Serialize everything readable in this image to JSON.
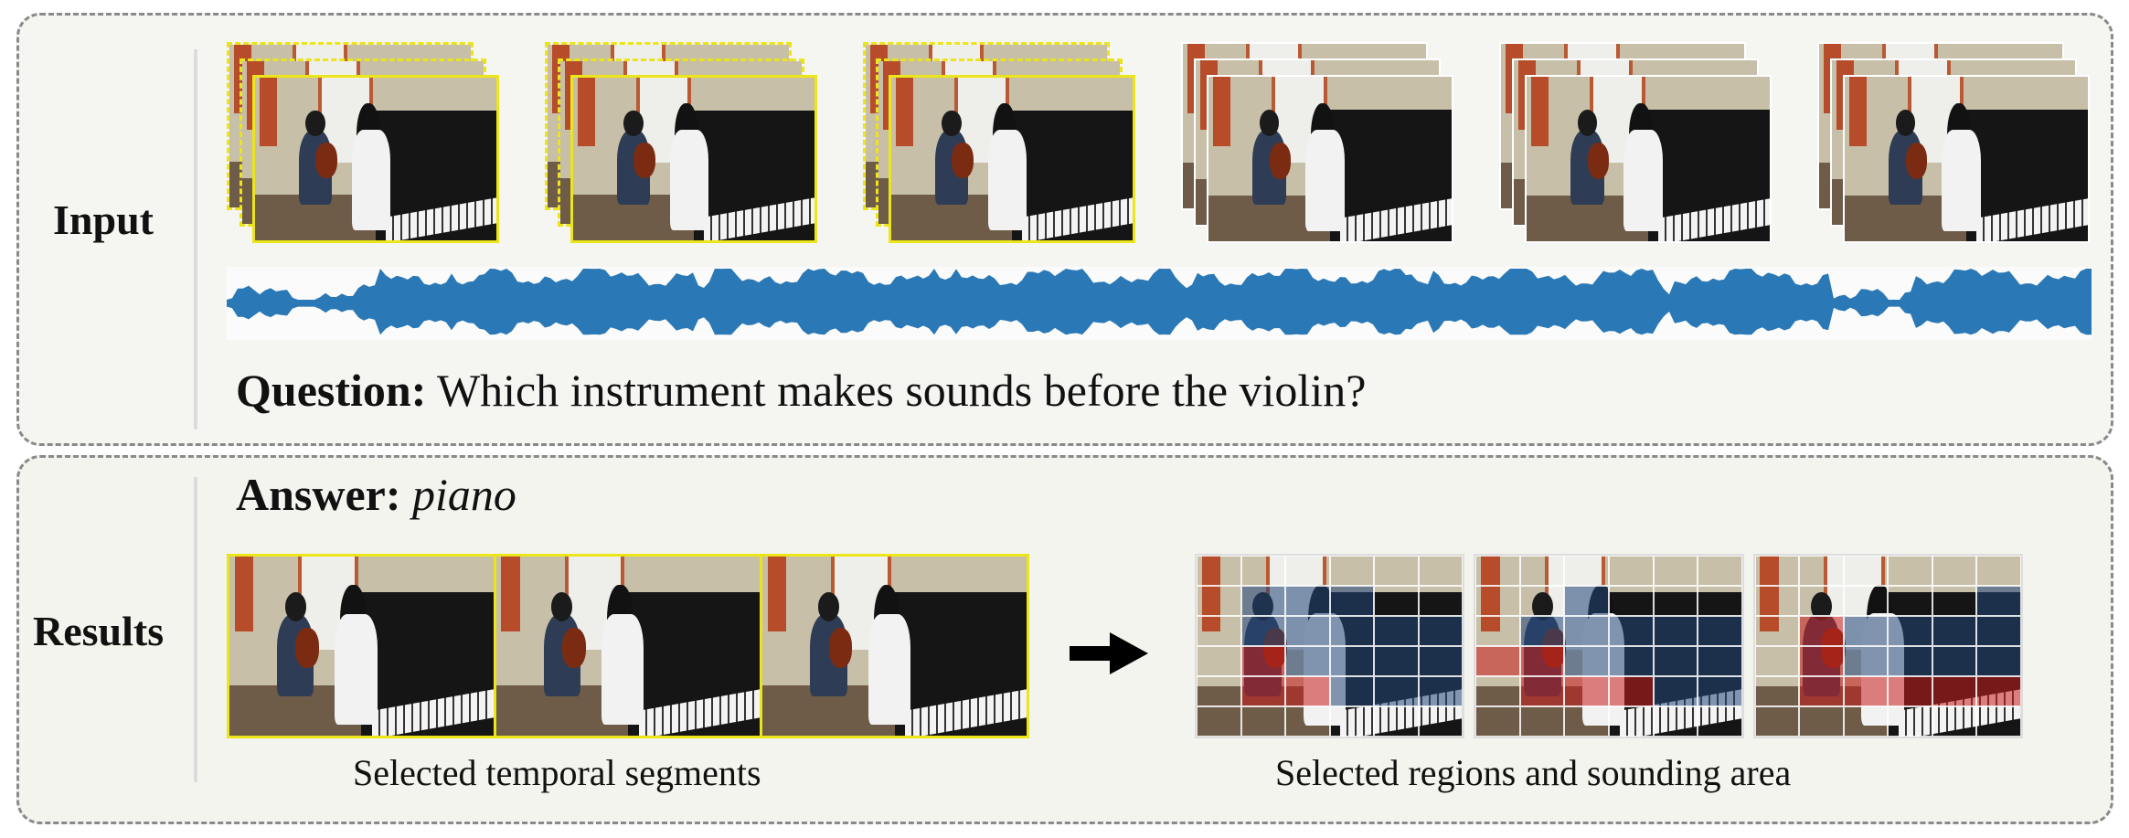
{
  "input_section": {
    "label": "Input",
    "frame_count": 6,
    "highlighted_stacks": 3,
    "question_prefix": "Question:",
    "question_text": "Which instrument makes sounds before the violin?"
  },
  "results_section": {
    "label": "Results",
    "answer_prefix": "Answer:",
    "answer_text": "piano",
    "temporal_caption": "Selected temporal segments",
    "spatial_caption": "Selected regions and sounding area",
    "grid_frames": 3
  },
  "colors": {
    "highlight": "#ece51a",
    "waveform": "#2a78b5",
    "region_selected": "#234678",
    "sounding_area": "#c81e1e"
  }
}
